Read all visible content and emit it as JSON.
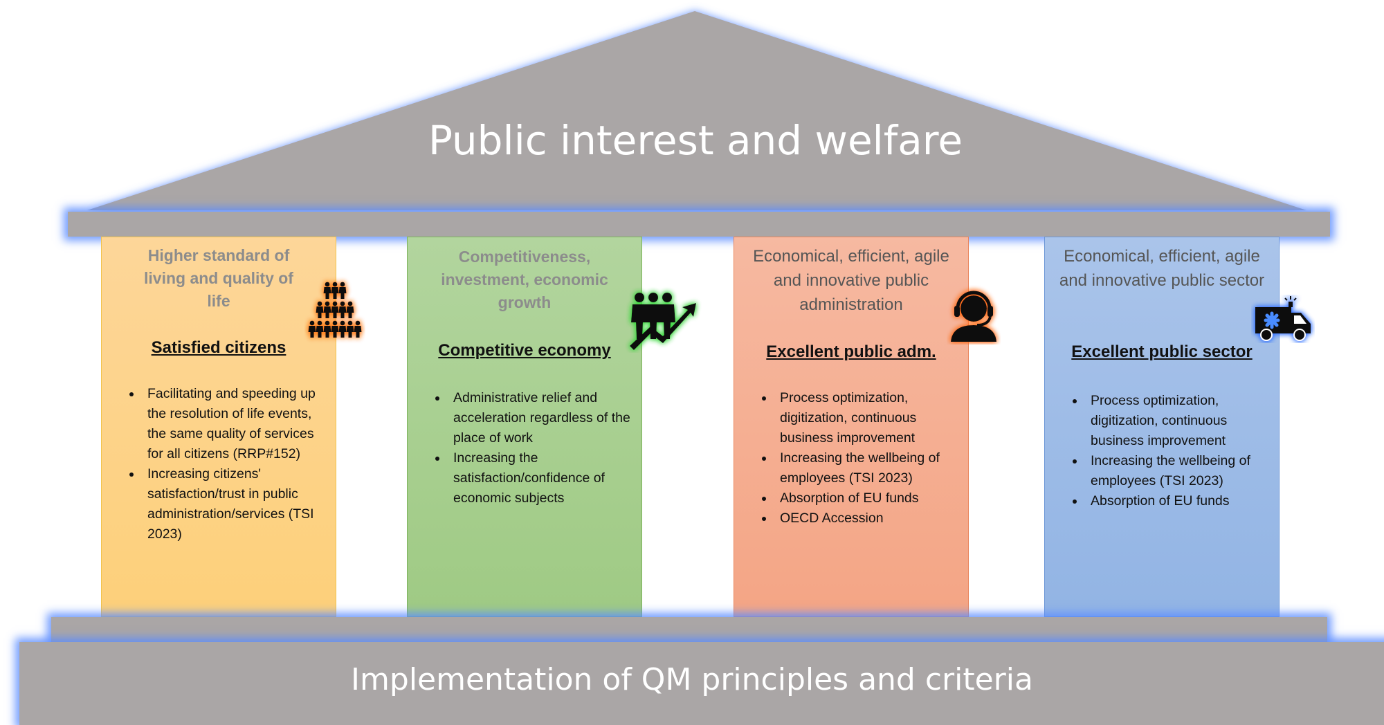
{
  "roof": {
    "title": "Public interest and welfare"
  },
  "pillars": [
    {
      "heading": "Higher standard of living and quality of life",
      "subheading": "Satisfied citizens",
      "items": [
        "Facilitating and speeding up the resolution of life events, the same quality of services for all citizens (RRP#152)",
        "Increasing citizens' satisfaction/trust in public administration/services (TSI 2023)"
      ],
      "icon": "people-group-icon",
      "color": "#fdd48a"
    },
    {
      "heading": "Competitiveness, investment, economic growth",
      "subheading": "Competitive economy",
      "items": [
        "Administrative relief and acceleration regardless of the place of work",
        "Increasing the satisfaction/confidence of economic subjects"
      ],
      "icon": "people-growth-icon",
      "color": "#a8d08d"
    },
    {
      "heading": "Economical, efficient, agile and innovative public administration",
      "subheading": "Excellent public adm.",
      "items": [
        "Process optimization, digitization, continuous business improvement",
        "Increasing the wellbeing of employees (TSI 2023)",
        "Absorption of EU funds",
        "OECD Accession"
      ],
      "icon": "support-agent-icon",
      "color": "#f5ae91"
    },
    {
      "heading": "Economical, efficient, agile and innovative public sector",
      "subheading": "Excellent public sector",
      "items": [
        "Process optimization, digitization, continuous business improvement",
        "Increasing the wellbeing of employees (TSI 2023)",
        "Absorption of EU funds"
      ],
      "icon": "ambulance-icon",
      "color": "#9dbce7"
    }
  ],
  "base": {
    "title": "Implementation of QM principles and criteria"
  }
}
